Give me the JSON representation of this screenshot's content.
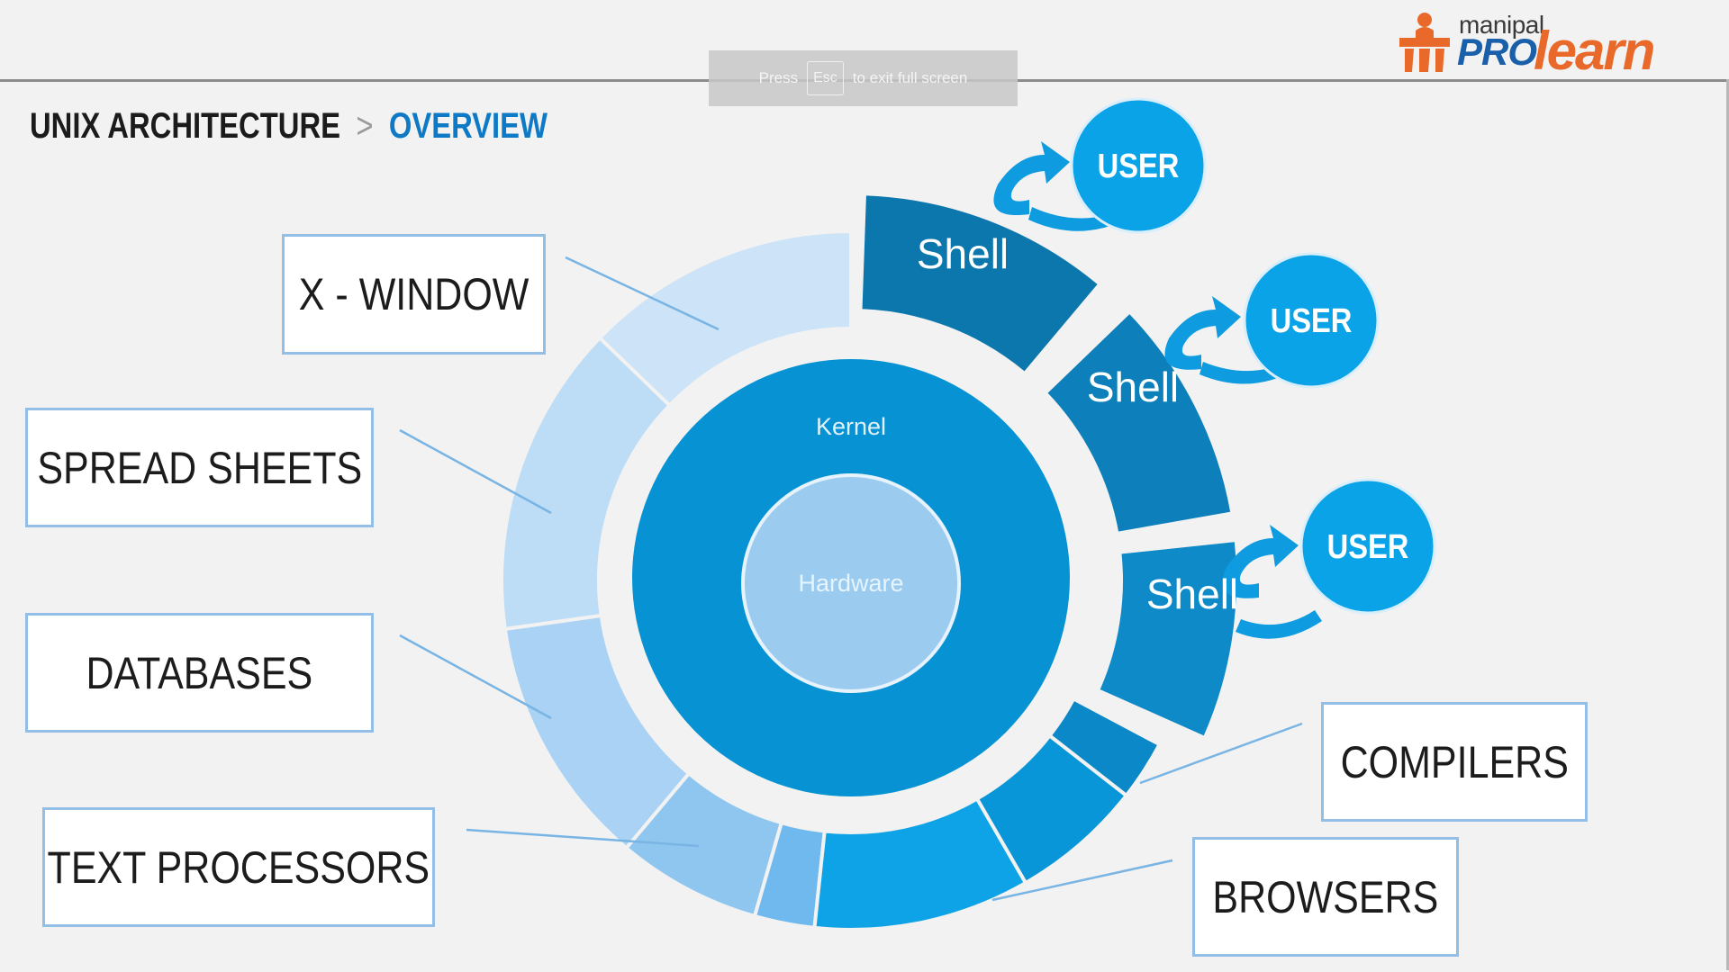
{
  "fullscreen_notice": {
    "before": "Press",
    "key": "Esc",
    "after": "to exit full screen"
  },
  "logo": {
    "small": "manipal",
    "pro": "PRO",
    "learn": "learn"
  },
  "breadcrumb": {
    "root": "UNIX ARCHITECTURE",
    "separator": ">",
    "current": "OVERVIEW"
  },
  "diagram": {
    "core": "Hardware",
    "kernel": "Kernel",
    "shells": [
      "Shell",
      "Shell",
      "Shell"
    ],
    "users": [
      "USER",
      "USER",
      "USER"
    ],
    "applications": [
      "X - WINDOW",
      "SPREAD SHEETS",
      "DATABASES",
      "TEXT PROCESSORS",
      "COMPILERS",
      "BROWSERS"
    ]
  },
  "colors": {
    "hardware": "#9ccbf0",
    "kernel": "#0792d3",
    "shell": "#0c77ad",
    "user": "#0aa3e8",
    "arrow": "#0e9be0",
    "app_ring_light": "#cde3f7",
    "app_ring_mid": "#a9d2f4",
    "app_ring_dark": "#0ea3e6",
    "box_border": "#93bfe6"
  }
}
